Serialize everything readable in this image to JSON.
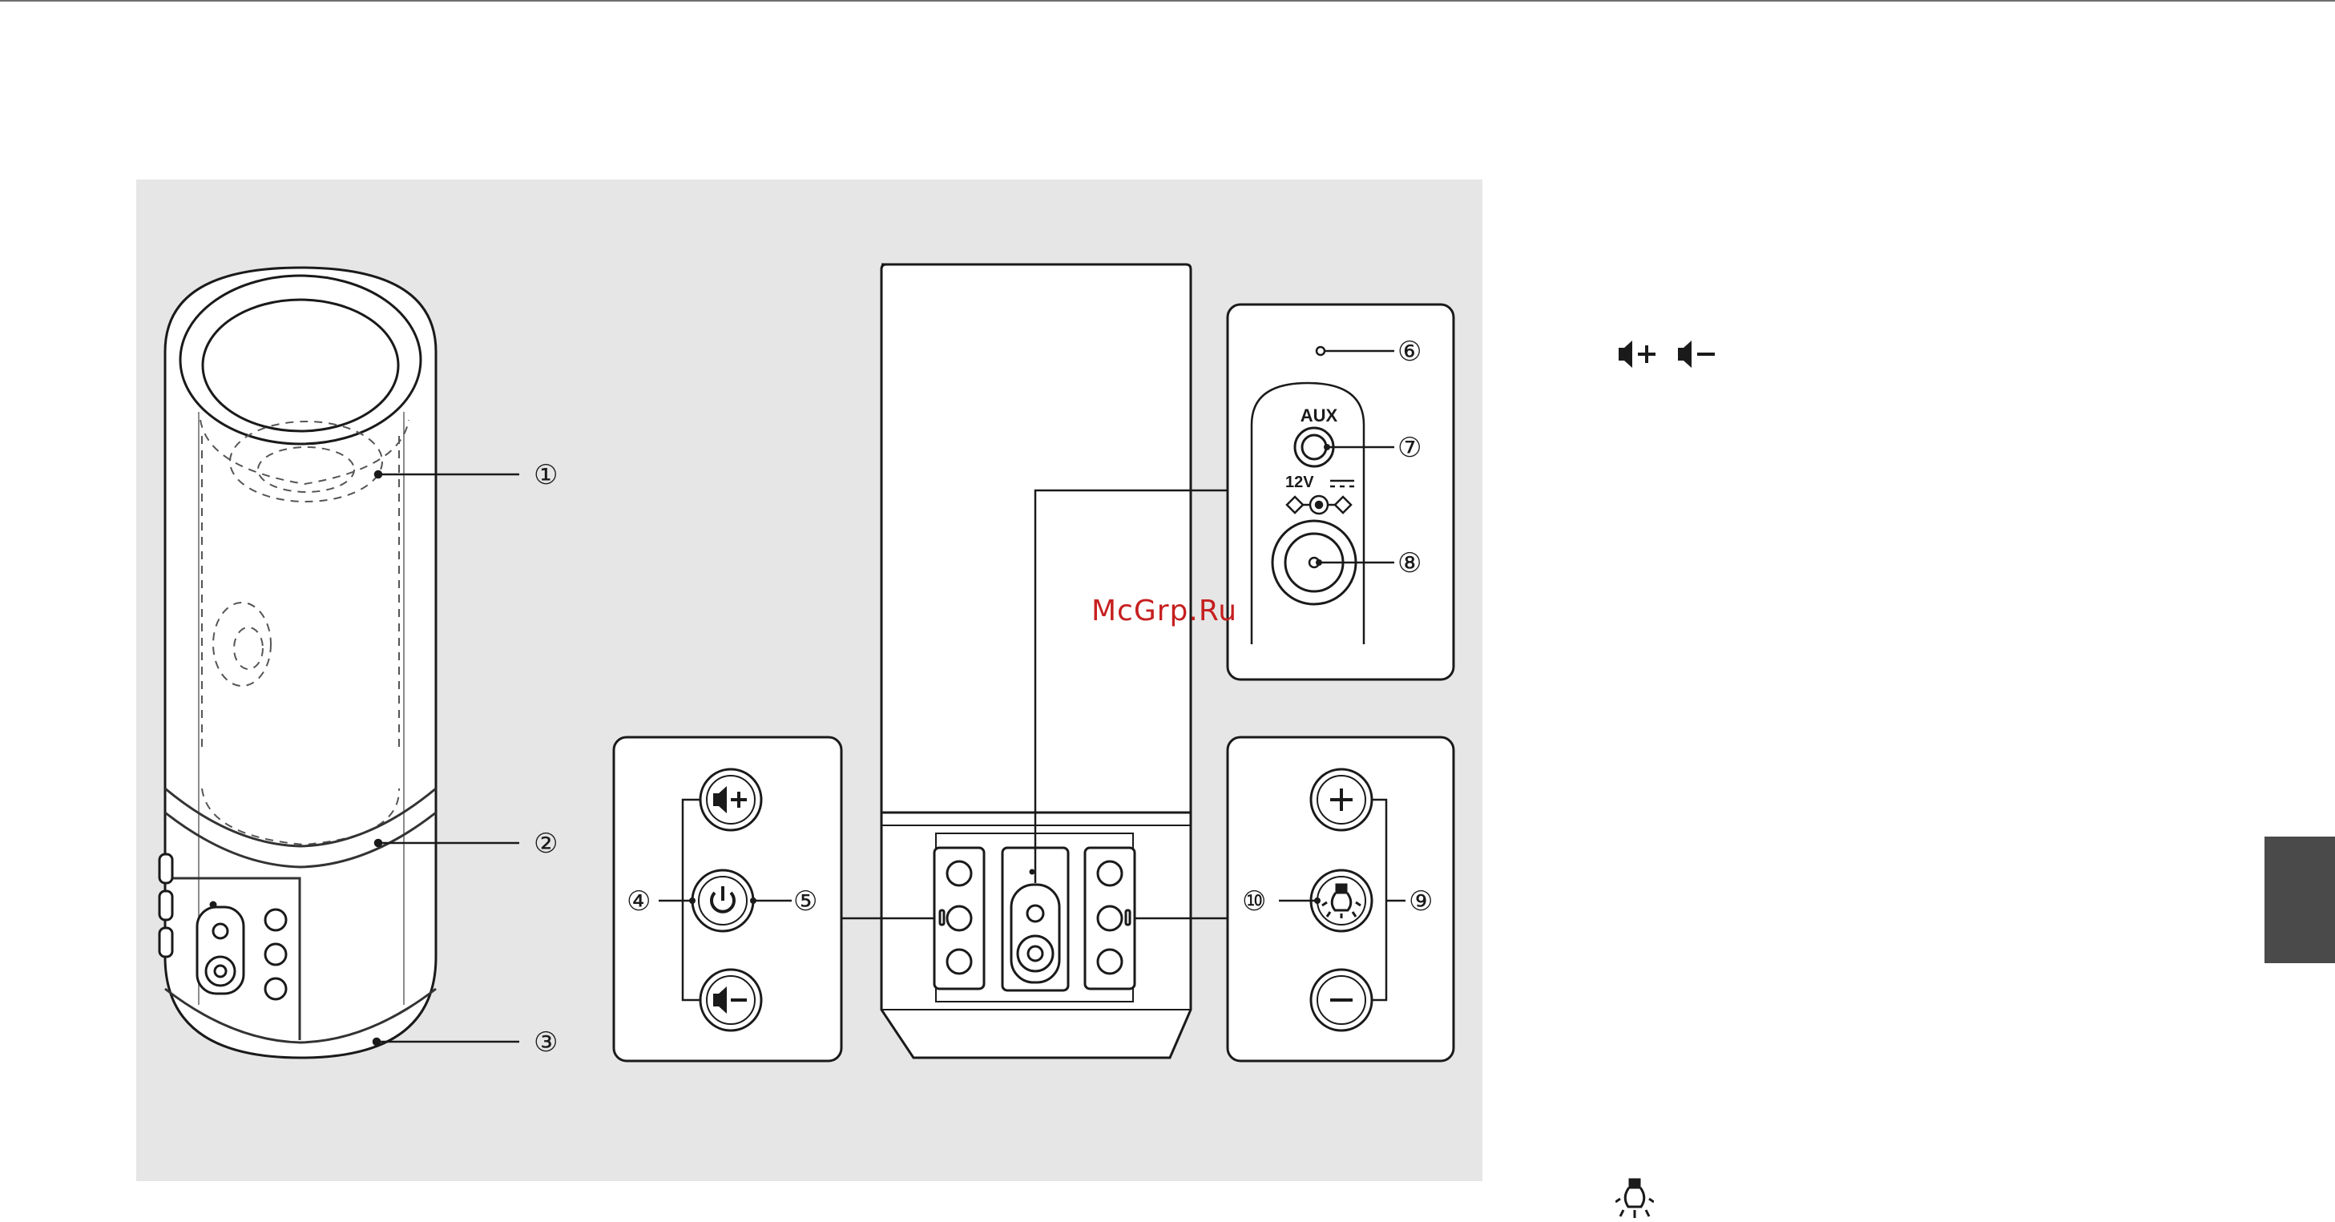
{
  "callouts": {
    "c1": "①",
    "c2": "②",
    "c3": "③",
    "c4": "④",
    "c5": "⑤",
    "c6": "⑥",
    "c7": "⑦",
    "c8": "⑧",
    "c9": "⑨",
    "c10": "⑩"
  },
  "labels": {
    "aux": "AUX",
    "dc_in": "12V"
  },
  "watermark": "McGrp.Ru",
  "icons": {
    "volume_up": "speaker-plus-icon",
    "volume_down": "speaker-minus-icon",
    "power": "power-icon",
    "light": "light-bulb-icon",
    "plus": "plus-icon",
    "minus": "minus-icon"
  },
  "colors": {
    "panel_bg": "#e6e6e6",
    "tab": "#4a4a4a",
    "watermark": "#c61f1f"
  }
}
